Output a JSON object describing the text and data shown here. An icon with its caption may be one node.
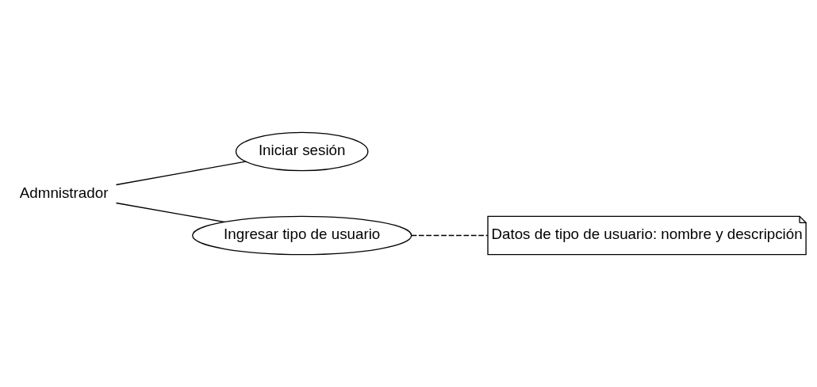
{
  "diagram": {
    "nodes": [
      {
        "text": [
          "Admnistrador"
        ]
      },
      {
        "text": [
          "Iniciar sesión"
        ]
      },
      {
        "text": [
          "Ingresar tipo de usuario"
        ]
      },
      {
        "text": [
          "Datos de tipo de usuario: nombre y descripción"
        ]
      }
    ],
    "edges": [
      {
        "from": 0,
        "to": 1,
        "arrow": "none"
      },
      {
        "from": 0,
        "to": 2,
        "arrow": "none"
      },
      {
        "from": 2,
        "to": 3,
        "arrow": "none",
        "style": "dashed"
      }
    ]
  }
}
